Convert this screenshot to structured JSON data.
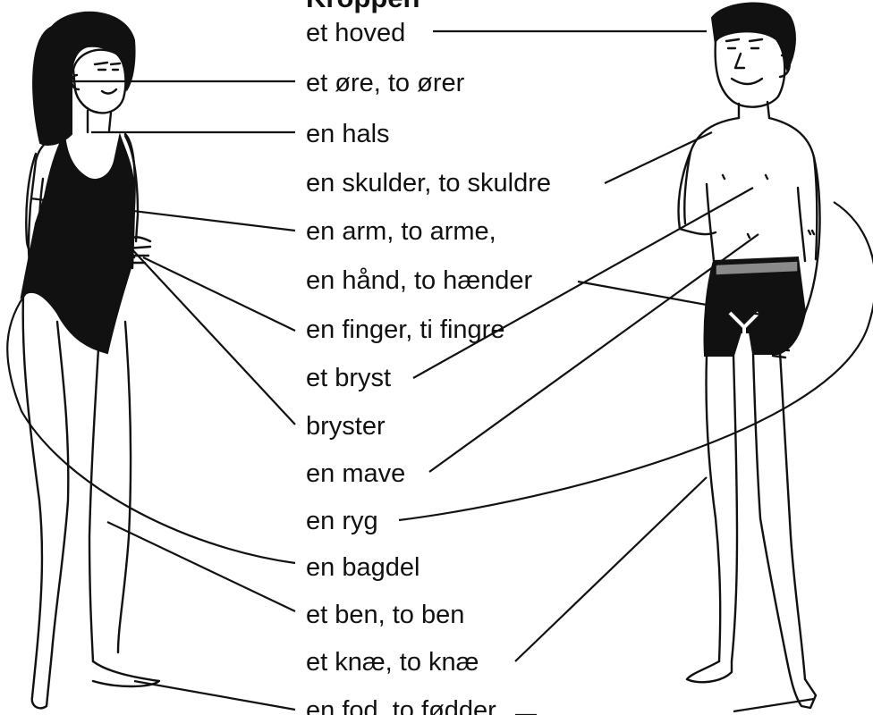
{
  "title": "Kroppen",
  "labels": {
    "hoved": "et hoved",
    "oere": "et øre, to ører",
    "hals": "en hals",
    "skulder": "en skulder, to skuldre",
    "arm": "en arm, to arme,",
    "haand": "en hånd, to hænder",
    "finger": "en finger, ti fingre",
    "bryst": "et bryst",
    "bryster": "bryster",
    "mave": "en mave",
    "ryg": "en ryg",
    "bagdel": "en bagdel",
    "ben": "et ben, to ben",
    "knae": "et knæ, to knæ",
    "fod": "en fod, to fødder"
  },
  "colors": {
    "ink": "#111111",
    "waistband": "#8a8a8a",
    "background": "#ffffff"
  },
  "figures": {
    "left": "woman-in-swimsuit",
    "right": "man-in-swim-trunks"
  }
}
